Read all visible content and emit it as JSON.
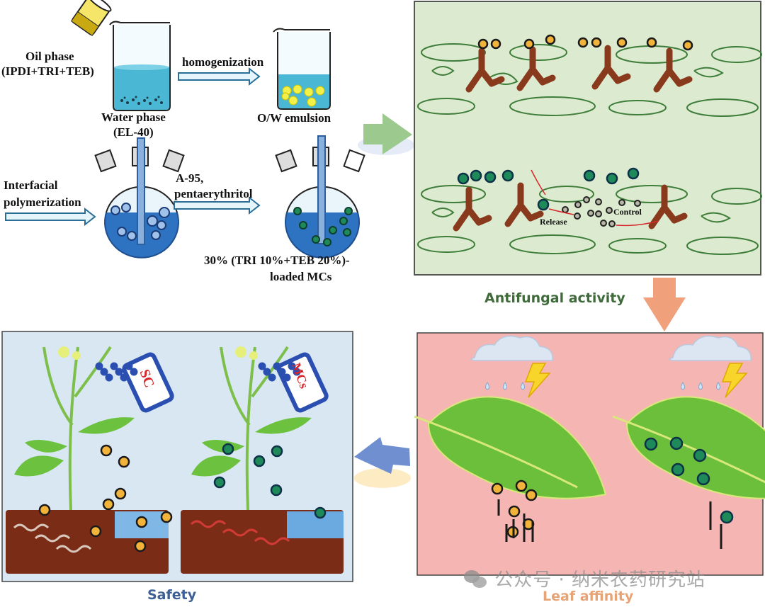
{
  "figure": {
    "synthesis": {
      "oil_phase_line1": "Oil phase",
      "oil_phase_line2": "(IPDI+TRI+TEB)",
      "homogenization": "homogenization",
      "water_phase_line1": "Water phase",
      "water_phase_line2": "(EL-40)",
      "emulsion": "O/W emulsion",
      "interfacial_line1": "Interfacial",
      "interfacial_line2": "polymerization",
      "curing_line1": "A-95,",
      "curing_line2": "pentaerythritol",
      "product_line1": "30% (TRI 10%+TEB 20%)-",
      "product_line2": "loaded MCs"
    },
    "antifungal": {
      "title": "Antifungal activity",
      "release_label": "Release",
      "control_label": "Control"
    },
    "leaf_affinity": {
      "title": "Leaf affinity"
    },
    "safety": {
      "title": "Safety",
      "sc_bottle_label": "SC",
      "mcs_bottle_label": "MCs"
    },
    "watermark": "公众号 · 纳米农药研究站",
    "colors": {
      "antifungal_bg": "#dcebd0",
      "antifungal_title": "#3f6b3a",
      "leaf_bg": "#f5b5b3",
      "leaf_title": "#e6a476",
      "safety_bg": "#d9e7f3",
      "safety_title": "#3d5f95",
      "green_arrow": "#9cc98e",
      "orange_arrow": "#f0a07a",
      "blue_arrow": "#6f8fd0",
      "tebuconazole_particle": "#f2b33a",
      "mc_particle": "#1e8a5a",
      "fungus": "#8a3a1c"
    }
  }
}
